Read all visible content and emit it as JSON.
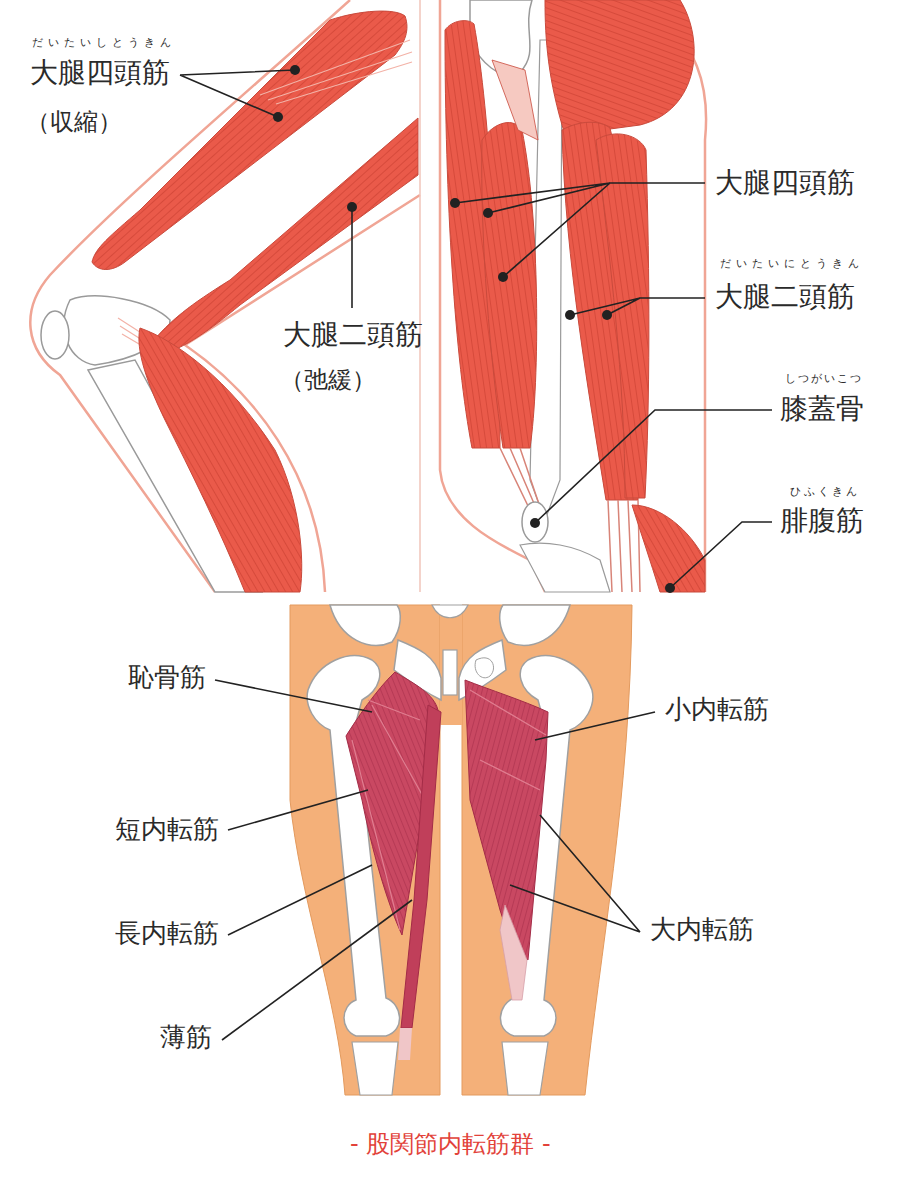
{
  "diagram": {
    "caption": "- 股関節内転筋群 -",
    "labels": [
      "だいたいしとうきん",
      "大腿四頭筋",
      "（収縮）",
      "大腿二頭筋",
      "（弛緩）",
      "大腿四頭筋",
      "だいたいにとうきん",
      "大腿二頭筋",
      "しつがいこつ",
      "膝蓋骨",
      "ひふくきん",
      "腓腹筋",
      "恥骨筋",
      "短内転筋",
      "長内転筋",
      "薄筋",
      "小内転筋",
      "大内転筋"
    ]
  }
}
